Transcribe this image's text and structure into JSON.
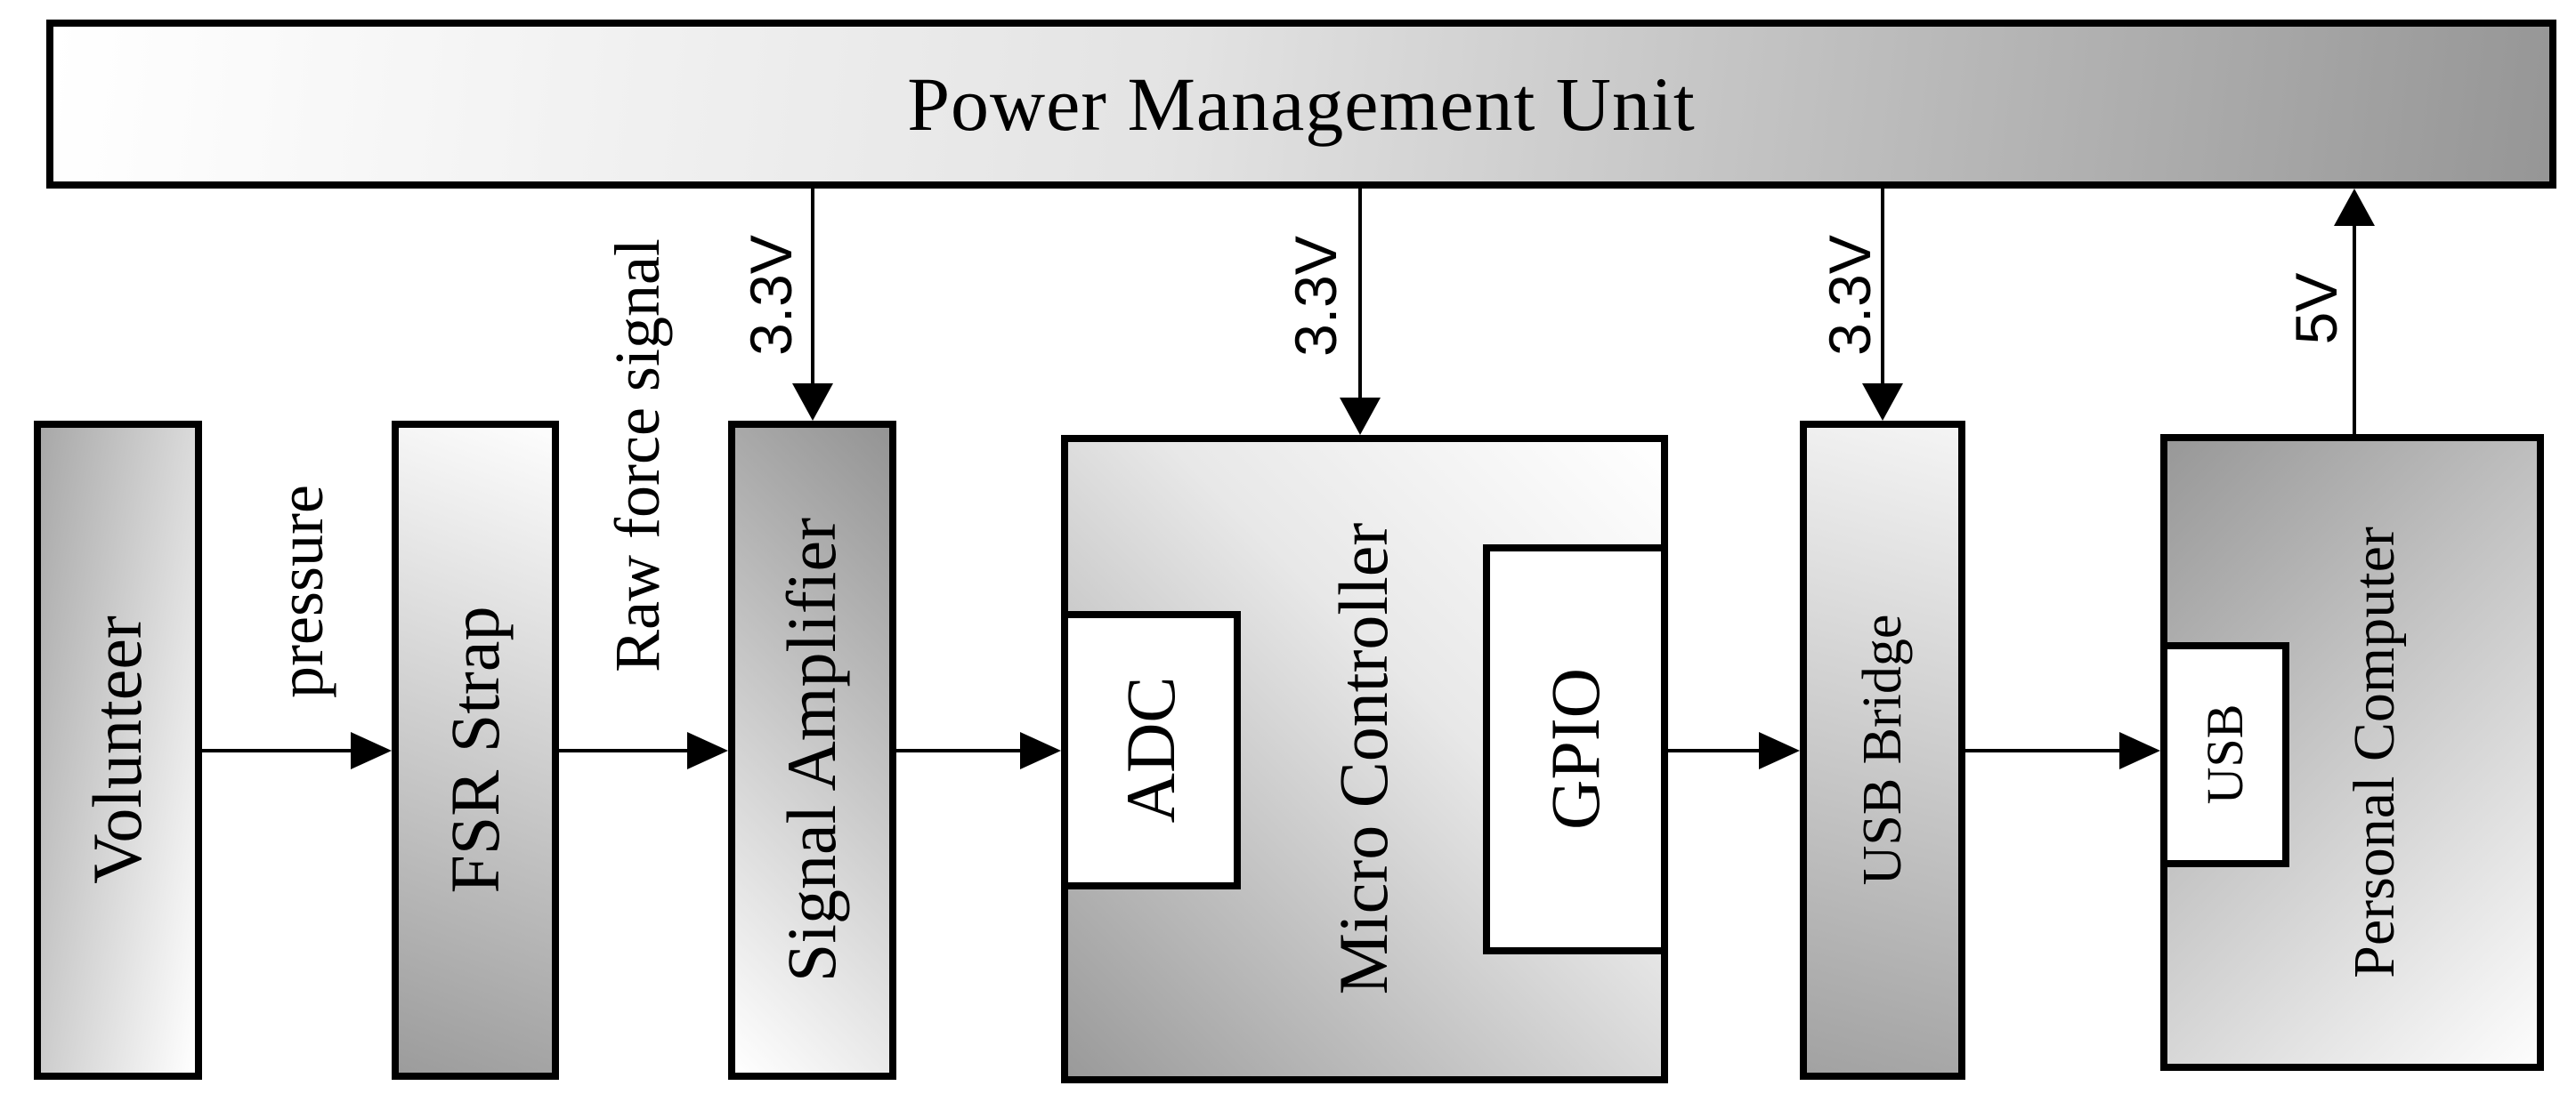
{
  "pmu": {
    "label": "Power Management Unit"
  },
  "blocks": {
    "volunteer": {
      "label": "Volunteer"
    },
    "fsr_strap": {
      "label": "FSR Strap"
    },
    "signal_amplifier": {
      "label": "Signal Amplifier"
    },
    "micro_controller": {
      "label": "Micro Controller"
    },
    "adc": {
      "label": "ADC"
    },
    "gpio": {
      "label": "GPIO"
    },
    "usb_bridge": {
      "label": "USB Bridge"
    },
    "personal_computer": {
      "label": "Personal Computer"
    },
    "usb_port": {
      "label": "USB"
    }
  },
  "arrow_labels": {
    "pressure": "pressure",
    "raw_force_signal": "Raw force signal",
    "power_amplifier": "3.3V",
    "power_mcu": "3.3V",
    "power_usb_bridge": "3.3V",
    "power_pc": "5V"
  },
  "colors": {
    "line": "#000000",
    "border": "#000000",
    "fill_light": "#ffffff",
    "fill_dark": "#969696",
    "background": "#ffffff"
  }
}
